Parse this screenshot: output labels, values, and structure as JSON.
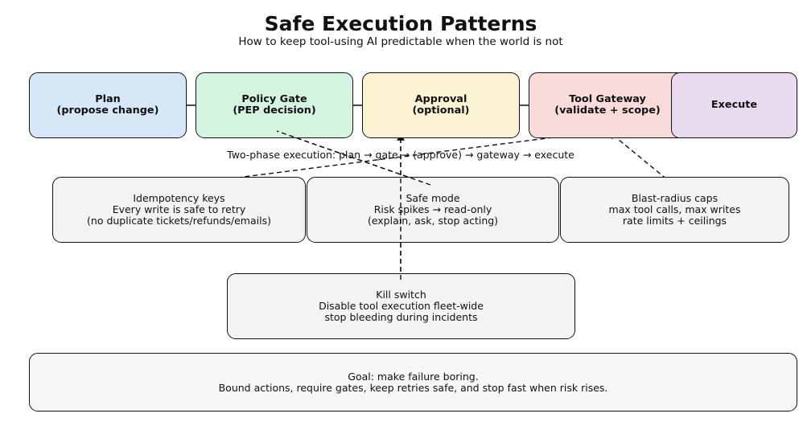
{
  "title": "Safe Execution Patterns",
  "subtitle": "How to keep tool-using AI predictable when the world is not",
  "flow": {
    "plan": {
      "line1": "Plan",
      "line2": "(propose change)",
      "color": "#d6e8f7"
    },
    "policy_gate": {
      "line1": "Policy Gate",
      "line2": "(PEP decision)",
      "color": "#d4f3e1"
    },
    "approval": {
      "line1": "Approval",
      "line2": "(optional)",
      "color": "#fbf3d3"
    },
    "tool_gateway": {
      "line1": "Tool Gateway",
      "line2": "(validate + scope)",
      "color": "#f9dbda"
    },
    "execute": {
      "line1": "Execute",
      "color": "#e8dbee"
    }
  },
  "flow_caption": "Two-phase execution: plan → gate → (approve) → gateway → execute",
  "guards": {
    "idempotency": {
      "line1": "Idempotency keys",
      "line2": "Every write is safe to retry",
      "line3": "(no duplicate tickets/refunds/emails)"
    },
    "safe_mode": {
      "line1": "Safe mode",
      "line2": "Risk spikes → read-only",
      "line3": "(explain, ask, stop acting)"
    },
    "blast_radius": {
      "line1": "Blast-radius caps",
      "line2": "max tool calls, max writes",
      "line3": "rate limits + ceilings"
    },
    "kill_switch": {
      "line1": "Kill switch",
      "line2": "Disable tool execution fleet-wide",
      "line3": "stop bleeding during incidents"
    }
  },
  "goal": {
    "line1": "Goal: make failure boring.",
    "line2": "Bound actions, require gates, keep retries safe, and stop fast when risk rises.",
    "color": "#f6f6f6"
  },
  "guard_color": "#f2f3f5"
}
